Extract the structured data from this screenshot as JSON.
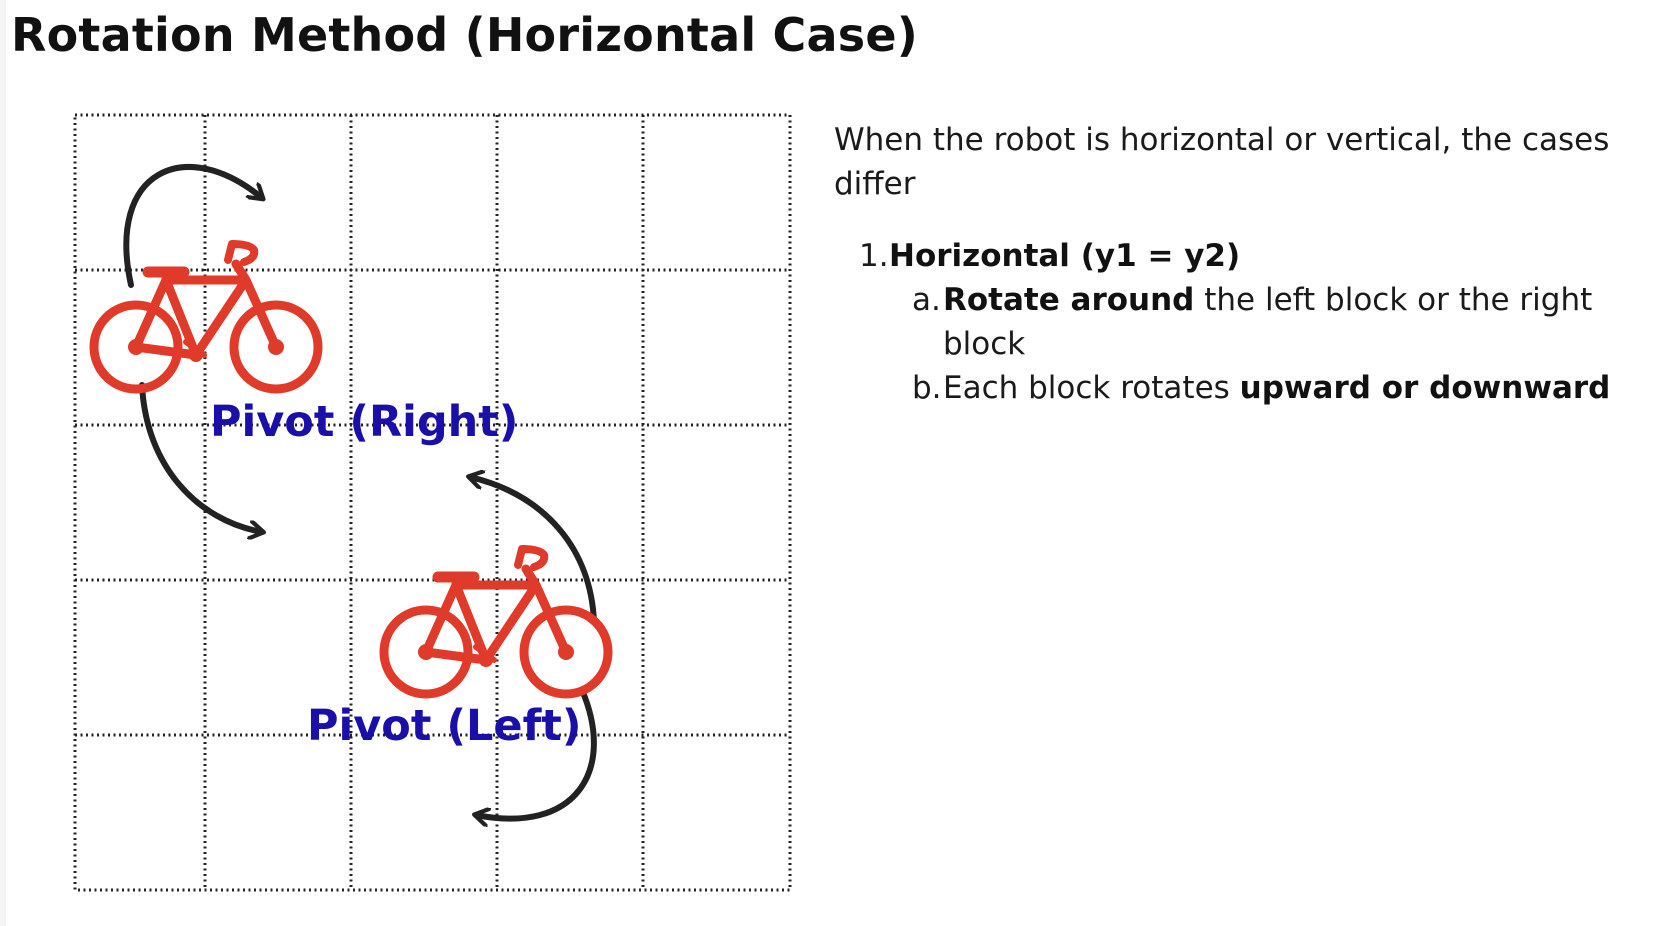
{
  "title": "Rotation Method (Horizontal Case)",
  "diagram": {
    "label_right_pivot": "Pivot (Right)",
    "label_left_pivot": "Pivot (Left)",
    "robot_icon": "bicycle-icon",
    "arrow_icon": "curved-arrow-icon",
    "robot_color": "#e03a2a",
    "label_color": "#1a0fa8",
    "arrow_color": "#222222"
  },
  "notes": {
    "intro": "When the robot is horizontal or vertical, the cases differ",
    "items": [
      {
        "marker": "1.",
        "label": "Horizontal (y1 = y2)",
        "subitems": [
          {
            "marker": "a.",
            "bold": "Rotate around",
            "text": " the left block or the right block"
          },
          {
            "marker": "b.",
            "text": "Each block rotates ",
            "bold": "upward or downward"
          }
        ]
      }
    ]
  }
}
